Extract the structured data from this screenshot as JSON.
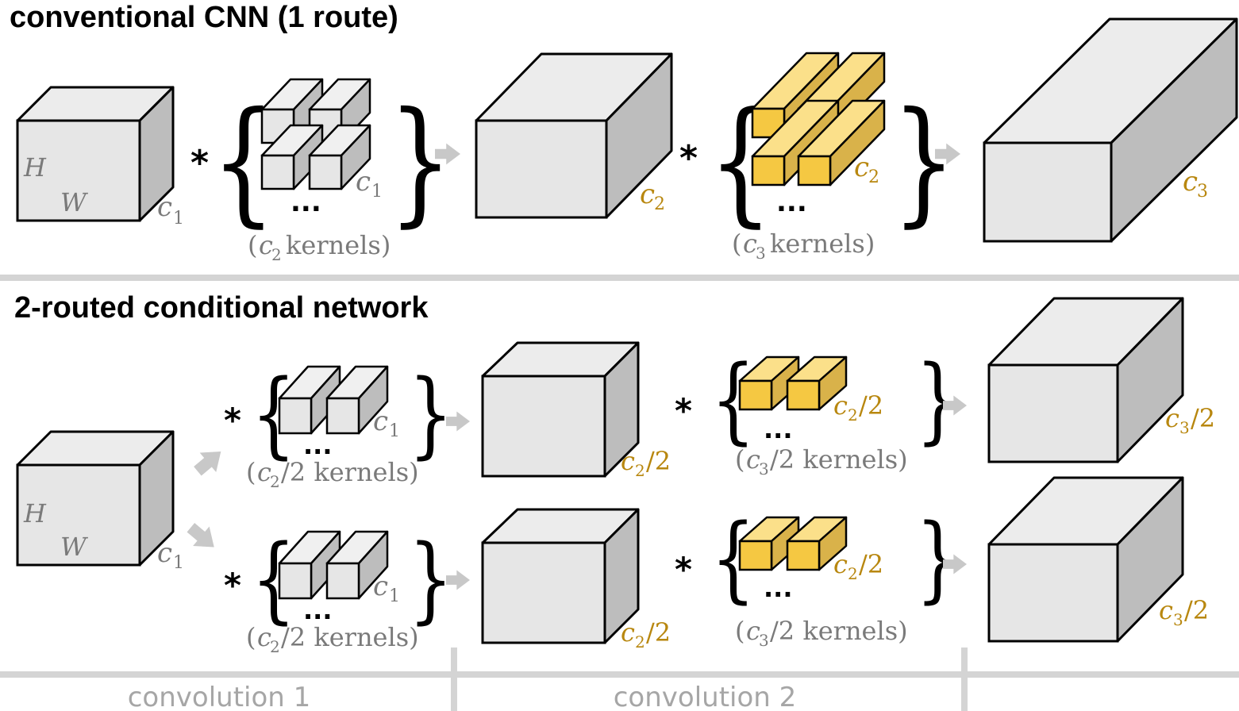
{
  "titles": {
    "top": "conventional CNN (1 route)",
    "bottom": "2-routed conditional network"
  },
  "top": {
    "input": {
      "h": "H",
      "w": "W",
      "c": "c",
      "c_sub": "1"
    },
    "kernels1": {
      "c": "c",
      "c_sub": "1",
      "caption_open": "(",
      "caption_c": "c",
      "caption_sub": "2",
      "caption_rest": " kernels)"
    },
    "mid": {
      "c": "c",
      "c_sub": "2"
    },
    "kernels2": {
      "c": "c",
      "c_sub": "2",
      "caption_open": "(",
      "caption_c": "c",
      "caption_sub": "3",
      "caption_rest": " kernels)"
    },
    "output": {
      "c": "c",
      "c_sub": "3"
    }
  },
  "bottom": {
    "input": {
      "h": "H",
      "w": "W",
      "c": "c",
      "c_sub": "1"
    },
    "route_a": {
      "kernels1": {
        "c": "c",
        "c_sub": "1",
        "caption_open": "(",
        "caption_c": "c",
        "caption_sub": "2",
        "caption_rest": "/2  kernels)"
      },
      "mid": {
        "c": "c",
        "c_sub": "2",
        "c_suffix": "/2"
      },
      "kernels2": {
        "c": "c",
        "c_sub": "2",
        "c_suffix": "/2",
        "caption_open": "(",
        "caption_c": "c",
        "caption_sub": "3",
        "caption_rest": "/2  kernels)"
      },
      "output": {
        "c": "c",
        "c_sub": "3",
        "c_suffix": "/2"
      }
    },
    "route_b": {
      "kernels1": {
        "c": "c",
        "c_sub": "1",
        "caption_open": "(",
        "caption_c": "c",
        "caption_sub": "2",
        "caption_rest": "/2  kernels)"
      },
      "mid": {
        "c": "c",
        "c_sub": "2",
        "c_suffix": "/2"
      },
      "kernels2": {
        "c": "c",
        "c_sub": "2",
        "c_suffix": "/2",
        "caption_open": "(",
        "caption_c": "c",
        "caption_sub": "3",
        "caption_rest": "/2  kernels)"
      },
      "output": {
        "c": "c",
        "c_sub": "3",
        "c_suffix": "/2"
      }
    }
  },
  "symbols": {
    "star": "*",
    "lbrace": "{",
    "rbrace": "}",
    "dots": "..."
  },
  "footer": {
    "conv1": "convolution 1",
    "conv2": "convolution 2"
  },
  "colors": {
    "cube_front": "#e6e6e6",
    "cube_top": "#ececec",
    "cube_side": "#bdbdbd",
    "kernel_gold_front": "#f5c842",
    "kernel_gold_top": "#fbe08a",
    "kernel_gold_side": "#d9b24a",
    "arrow": "#c8c8c8",
    "divider": "#d4d4d4",
    "label_gold": "#b8870f",
    "label_grey": "#7a7a7a"
  }
}
